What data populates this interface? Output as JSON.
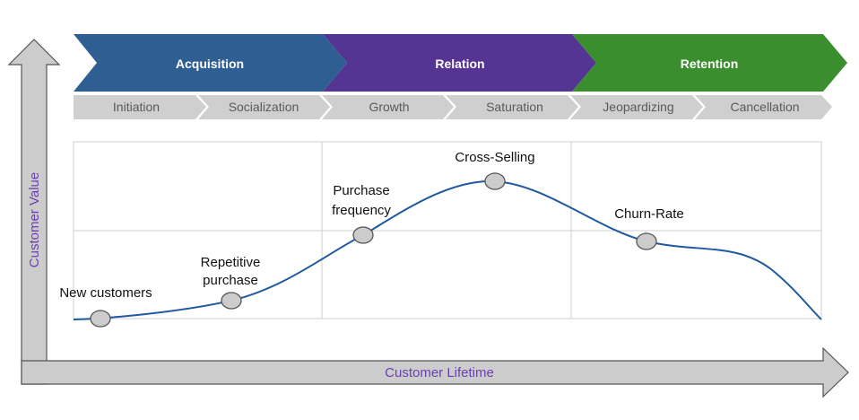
{
  "phases": [
    {
      "label": "Acquisition",
      "color": "#2f5f92",
      "sub_stages": [
        "Initiation",
        "Socialization"
      ]
    },
    {
      "label": "Relation",
      "color": "#553594",
      "sub_stages": [
        "Growth",
        "Saturation"
      ]
    },
    {
      "label": "Retention",
      "color": "#3b8e2e",
      "sub_stages": [
        "Jeopardizing",
        "Cancellation"
      ]
    }
  ],
  "axes": {
    "y_label": "Customer Value",
    "x_label": "Customer Lifetime"
  },
  "milestones": [
    {
      "label_lines": [
        "New customers"
      ]
    },
    {
      "label_lines": [
        "Repetitive",
        "purchase"
      ]
    },
    {
      "label_lines": [
        "Purchase",
        "frequency"
      ]
    },
    {
      "label_lines": [
        "Cross-Selling"
      ]
    },
    {
      "label_lines": [
        "Churn-Rate"
      ]
    }
  ],
  "colors": {
    "curve": "#1f5a9e",
    "grid": "#cfcfcf",
    "substage_bar": "#cfcfcf",
    "axis_arrow": "#cccccc",
    "marker": "#cccccc"
  }
}
